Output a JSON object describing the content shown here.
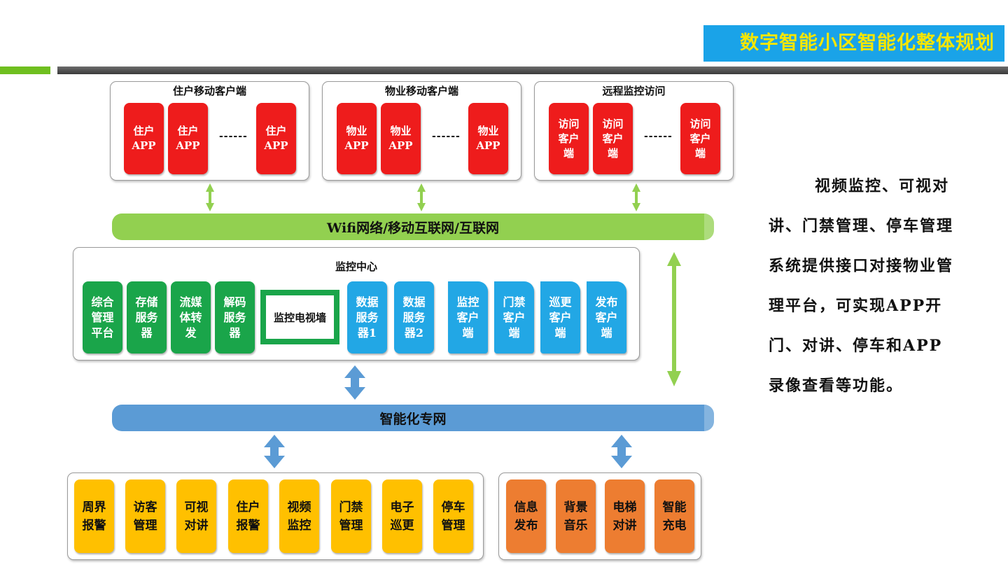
{
  "title": "数字智能小区智能化整体规划",
  "groups": {
    "resident": {
      "title": "住户移动客户端",
      "tiles": [
        "住户\nAPP",
        "住户\nAPP",
        "住户\nAPP"
      ],
      "ellipsis": "------"
    },
    "property": {
      "title": "物业移动客户端",
      "tiles": [
        "物业\nAPP",
        "物业\nAPP",
        "物业\nAPP"
      ],
      "ellipsis": "------"
    },
    "remote": {
      "title": "远程监控访问",
      "tiles": [
        "访问\n客户\n端",
        "访问\n客户\n端",
        "访问\n客户\n端"
      ],
      "ellipsis": "------"
    }
  },
  "networks": {
    "internet": "Wifi网络/移动互联网/互联网",
    "private": "智能化专网"
  },
  "monitor_center": {
    "title": "监控中心",
    "green_tiles": [
      "综合\n管理\n平台",
      "存储\n服务\n器",
      "流媒\n体转\n发",
      "解码\n服务\n器"
    ],
    "tv_wall": "监控电视墙",
    "data_servers": [
      "数据\n服务\n器1",
      "数据\n服务\n器2"
    ],
    "clients": [
      "监控\n客户\n端",
      "门禁\n客户\n端",
      "巡更\n客户\n端",
      "发布\n客户\n端"
    ]
  },
  "subsystems_left": [
    "周界\n报警",
    "访客\n管理",
    "可视\n对讲",
    "住户\n报警",
    "视频\n监控",
    "门禁\n管理",
    "电子\n巡更",
    "停车\n管理"
  ],
  "subsystems_right": [
    "信息\n发布",
    "背景\n音乐",
    "电梯\n对讲",
    "智能\n充电"
  ],
  "side_text": "视频监控、可视对讲、门禁管理、停车管理系统提供接口对接物业管理平台，可实现APP开门、对讲、停车和APP录像查看等功能。",
  "colors": {
    "title_bg": "#1aa3e8",
    "title_fg": "#f5e600",
    "red": "#ee1c1c",
    "green": "#1aa54a",
    "blue": "#22a7e5",
    "yellow": "#ffc000",
    "orange": "#ed7d31",
    "internet_pipe": "#92d050",
    "private_pipe": "#5b9bd5"
  }
}
